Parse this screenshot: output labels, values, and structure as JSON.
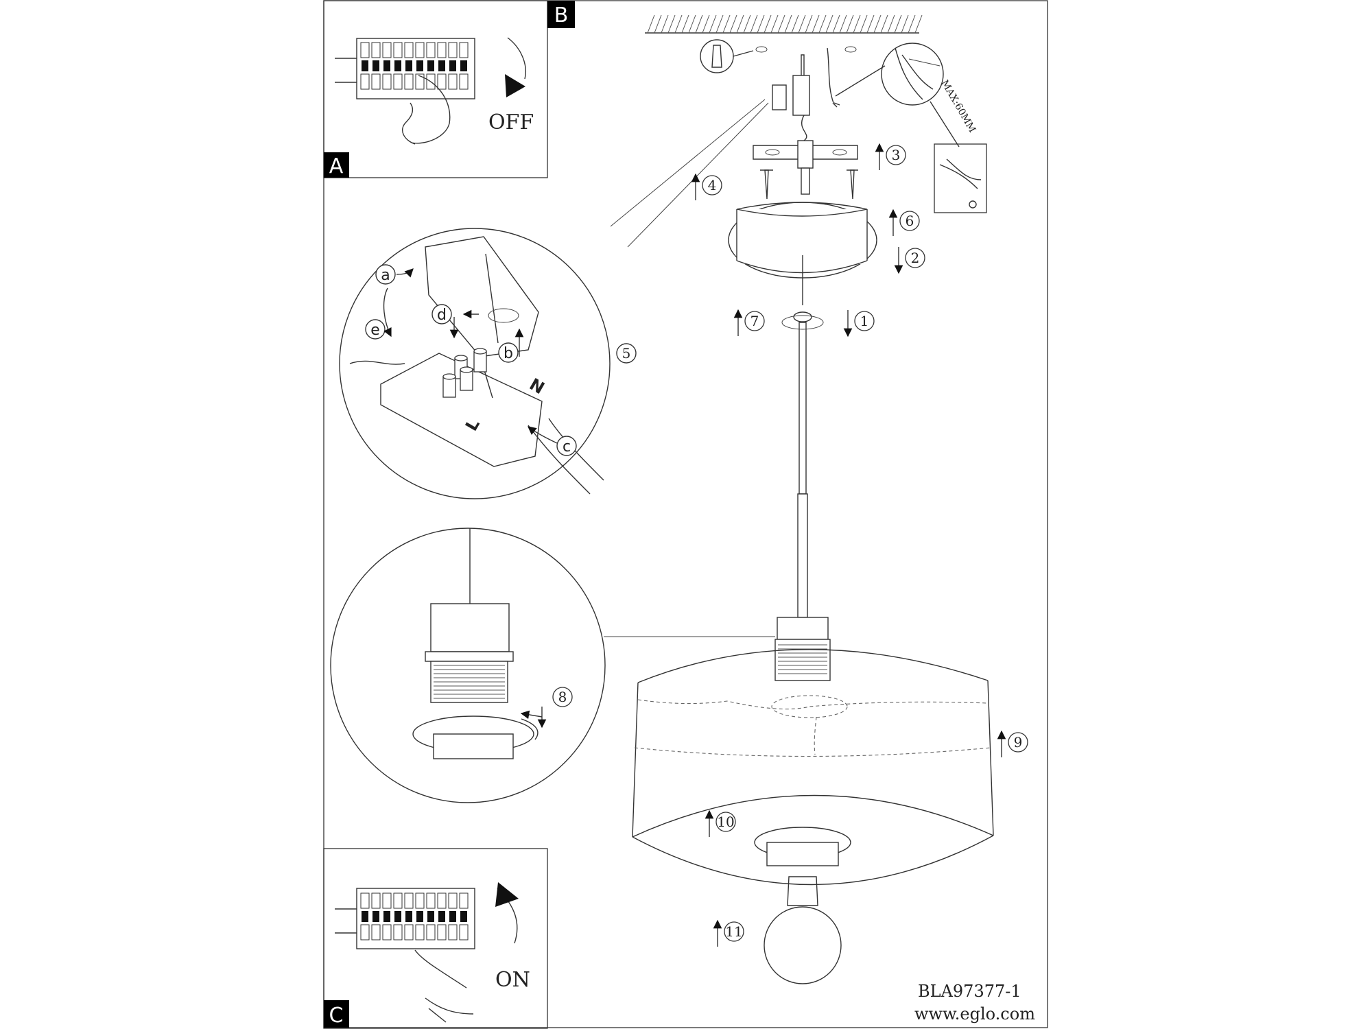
{
  "panels": {
    "a": {
      "label": "A",
      "switch_text": "OFF"
    },
    "b": {
      "label": "B"
    },
    "c": {
      "label": "C",
      "switch_text": "ON"
    }
  },
  "detail_wiring": {
    "letters": [
      "a",
      "b",
      "c",
      "d",
      "e"
    ],
    "terminals": [
      "N",
      "L"
    ],
    "step_5": "5"
  },
  "ceiling_detail": {
    "max_text": "MAX:60MM"
  },
  "steps": [
    "1",
    "2",
    "3",
    "4",
    "6",
    "7",
    "8",
    "9",
    "10",
    "11"
  ],
  "footer": {
    "model_code": "BLA97377-1",
    "website": "www.eglo.com"
  }
}
